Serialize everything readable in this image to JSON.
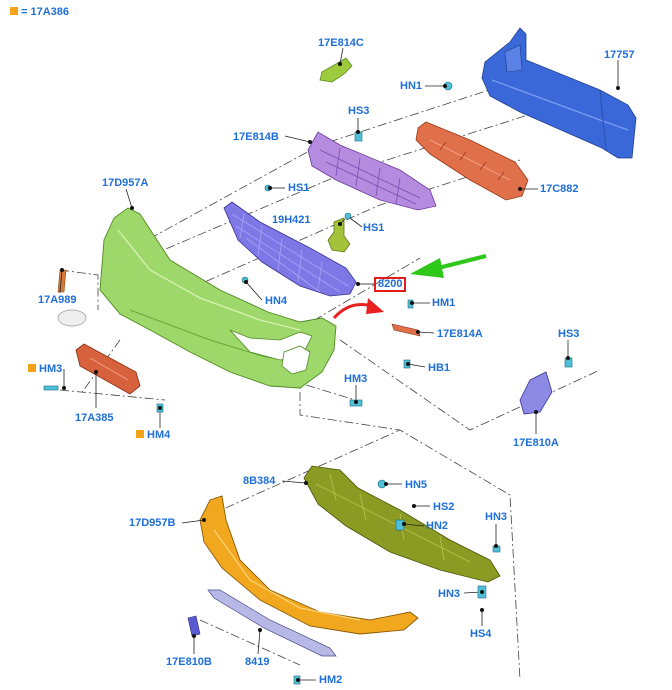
{
  "legend": {
    "text": "= 17A386",
    "color": "#f6a21a"
  },
  "colors": {
    "label": "#1e6fd9",
    "leader": "#222222",
    "highlight_box": "#e31b1b",
    "arrow_green": "#2ec81a",
    "arrow_red": "#e82020"
  },
  "labels": {
    "p17e814c": "17E814C",
    "hn1": "HN1",
    "p17757": "17757",
    "hs3_top": "HS3",
    "p17e814b": "17E814B",
    "p17c882": "17C882",
    "p17d957a": "17D957A",
    "hs1_a": "HS1",
    "p19h421": "19H421",
    "hs1_b": "HS1",
    "p8200": "8200",
    "p17a989": "17A989",
    "hn4": "HN4",
    "hm1": "HM1",
    "p17e814a": "17E814A",
    "hs3_right": "HS3",
    "hm3_left": "HM3",
    "hb1": "HB1",
    "hm3_center": "HM3",
    "p17a385": "17A385",
    "hm4": "HM4",
    "p17e810a": "17E810A",
    "p8b384": "8B384",
    "hn5": "HN5",
    "hs2": "HS2",
    "p17d957b": "17D957B",
    "hn2": "HN2",
    "hn3_a": "HN3",
    "hn3_b": "HN3",
    "hs4": "HS4",
    "p17e810b": "17E810B",
    "p8419": "8419",
    "hm2": "HM2"
  }
}
